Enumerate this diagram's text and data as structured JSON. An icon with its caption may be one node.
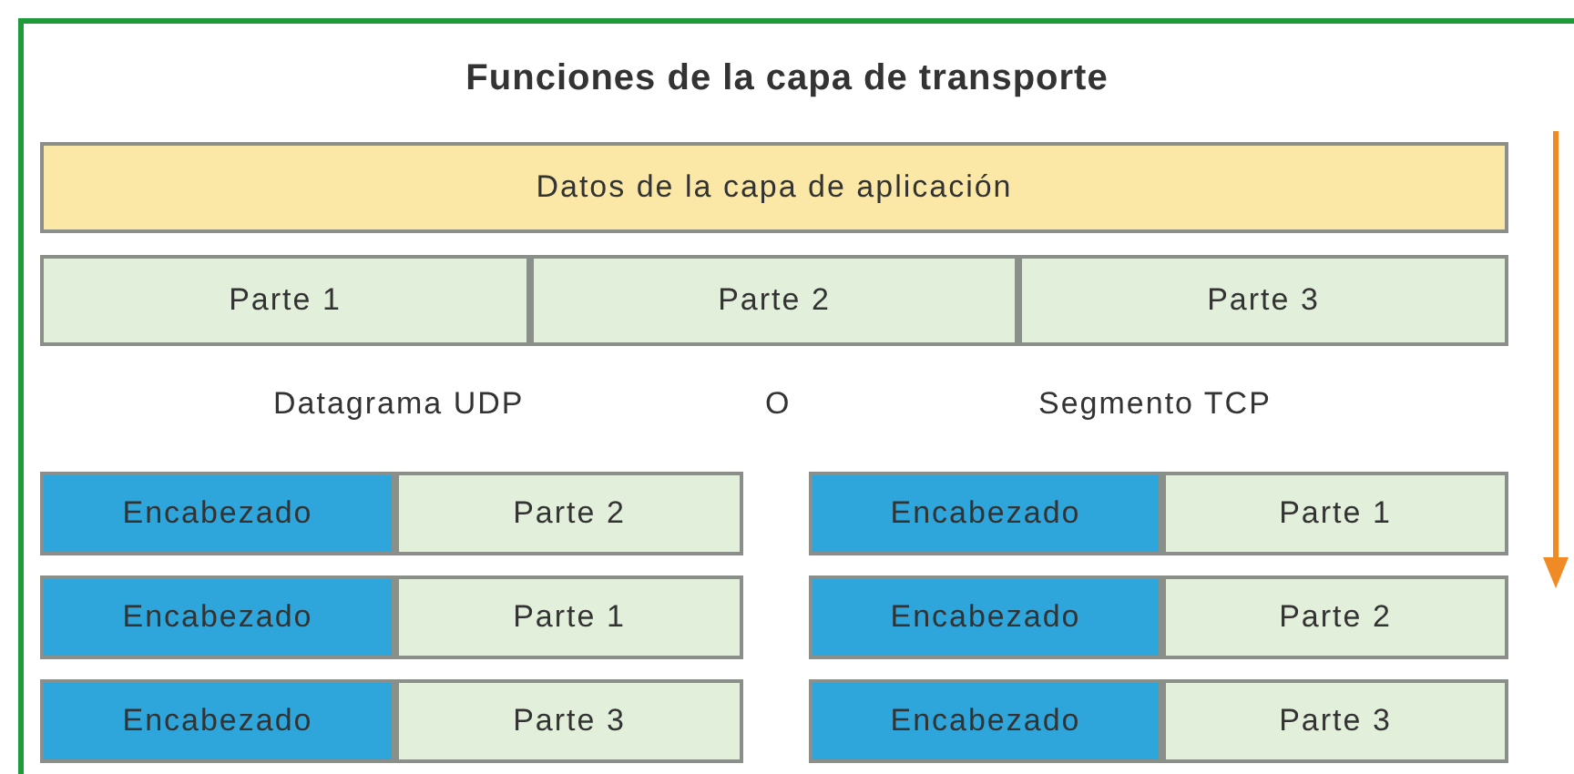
{
  "diagram": {
    "title": "Funciones de la capa de transporte",
    "nodes": [
      {
        "text": [
          "Datos de la capa de aplicación"
        ]
      },
      {
        "text": [
          "Parte 1"
        ]
      },
      {
        "text": [
          "Parte 2"
        ]
      },
      {
        "text": [
          "Parte 3"
        ]
      },
      {
        "text": [
          "Encabezado"
        ]
      },
      {
        "text": [
          "Parte 2"
        ]
      },
      {
        "text": [
          "Encabezado"
        ]
      },
      {
        "text": [
          "Parte 1"
        ]
      },
      {
        "text": [
          "Encabezado"
        ]
      },
      {
        "text": [
          "Parte 1"
        ]
      },
      {
        "text": [
          "Encabezado"
        ]
      },
      {
        "text": [
          "Parte 2"
        ]
      },
      {
        "text": [
          "Encabezado"
        ]
      },
      {
        "text": [
          "Parte 3"
        ]
      },
      {
        "text": [
          "Encabezado"
        ]
      },
      {
        "text": [
          "Parte 3"
        ]
      }
    ],
    "labels": [
      "Datagrama UDP",
      "O",
      "Segmento TCP"
    ]
  }
}
